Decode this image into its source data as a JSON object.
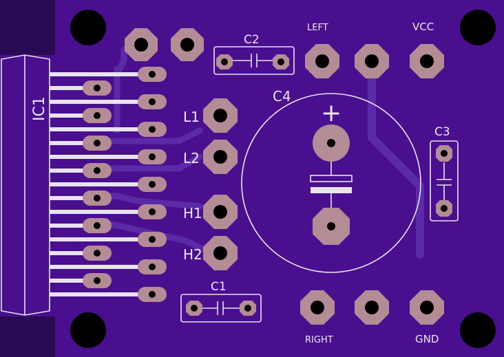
{
  "board": {
    "color": "#4a0f8f",
    "edge_color": "#2a0a55",
    "silk_color": "#ece8f2",
    "pad_color": "#b48c96",
    "trace_color": "#5b2aa8"
  },
  "labels": {
    "ic1": "IC1",
    "c1": "C1",
    "c2": "C2",
    "c3": "C3",
    "c4": "C4",
    "c4_plus": "+",
    "l1": "L1",
    "l2": "L2",
    "h1": "H1",
    "h2": "H2",
    "left": "LEFT",
    "vcc": "VCC",
    "right": "RIGHT",
    "gnd": "GND"
  }
}
